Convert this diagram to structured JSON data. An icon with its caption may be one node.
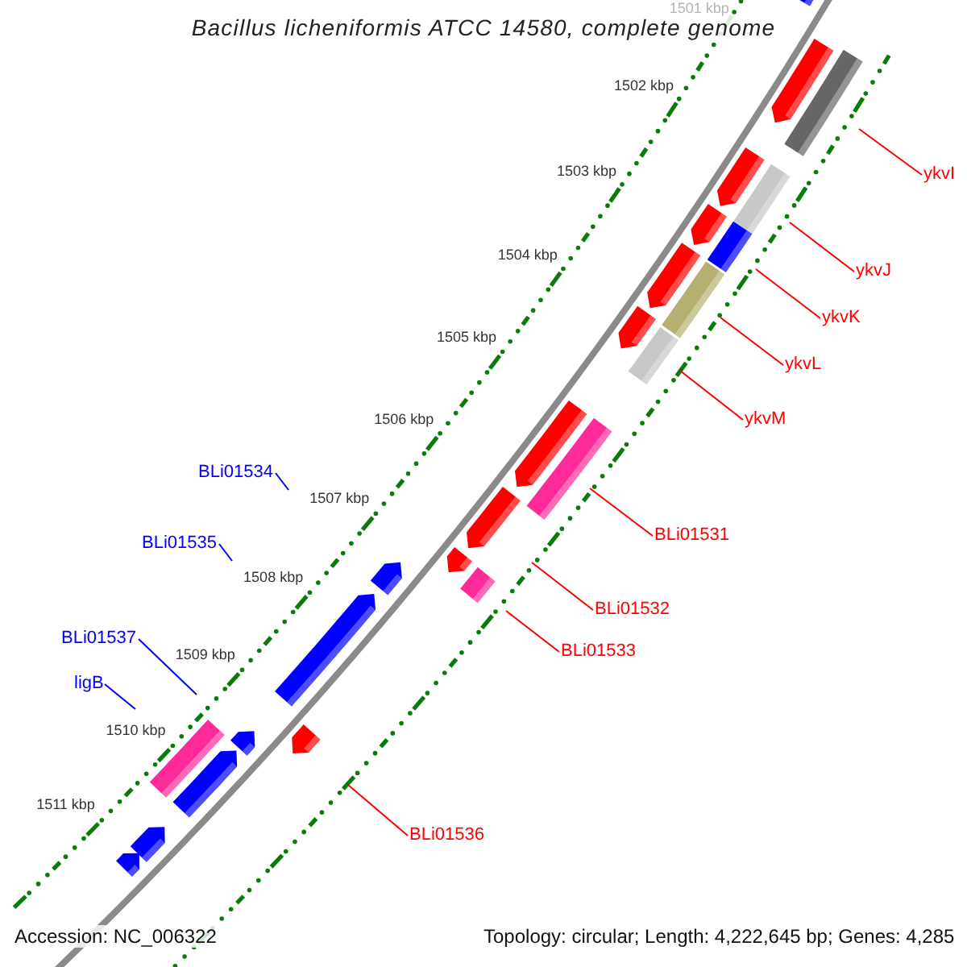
{
  "diagram": {
    "title": "Bacillus licheniformis ATCC 14580, complete genome",
    "nodes": [
      {
        "text": [
          "ykvI"
        ]
      },
      {
        "text": [
          "ykvJ"
        ]
      },
      {
        "text": [
          "ykvK"
        ]
      },
      {
        "text": [
          "ykvL"
        ]
      },
      {
        "text": [
          "ykvM"
        ]
      },
      {
        "text": [
          "BLi01534"
        ]
      },
      {
        "text": [
          "BLi01531"
        ]
      },
      {
        "text": [
          "BLi01535"
        ]
      },
      {
        "text": [
          "BLi01532"
        ]
      },
      {
        "text": [
          "BLi01537"
        ]
      },
      {
        "text": [
          "BLi01533"
        ]
      },
      {
        "text": [
          "ligB"
        ]
      },
      {
        "text": [
          "BLi01536"
        ]
      }
    ],
    "edges": [
      {
        "from": 0,
        "to": null,
        "arrow": "none"
      },
      {
        "from": 1,
        "to": null,
        "arrow": "none"
      },
      {
        "from": 2,
        "to": null,
        "arrow": "none"
      },
      {
        "from": 3,
        "to": null,
        "arrow": "none"
      },
      {
        "from": 4,
        "to": null,
        "arrow": "none"
      },
      {
        "from": 5,
        "to": null,
        "arrow": "none",
        "color": "#0000ff"
      },
      {
        "from": 6,
        "to": null,
        "arrow": "none"
      },
      {
        "from": 7,
        "to": null,
        "arrow": "none",
        "color": "#0000ff"
      },
      {
        "from": 8,
        "to": null,
        "arrow": "none"
      },
      {
        "from": 9,
        "to": null,
        "arrow": "none",
        "color": "#0000ff"
      },
      {
        "from": 10,
        "to": null,
        "arrow": "none"
      },
      {
        "from": 11,
        "to": null,
        "arrow": "none",
        "color": "#0000ff"
      },
      {
        "from": 12,
        "to": null,
        "arrow": "none"
      }
    ],
    "labels": [
      "1501 kbp",
      "1502 kbp",
      "1503 kbp",
      "1504 kbp",
      "1505 kbp",
      "1506 kbp",
      "1507 kbp",
      "1508 kbp",
      "1509 kbp",
      "1510 kbp",
      "1511 kbp",
      "Accession: NC_006322",
      "Topology: circular; Length: 4,222,645 bp; Genes: 4,285"
    ]
  }
}
